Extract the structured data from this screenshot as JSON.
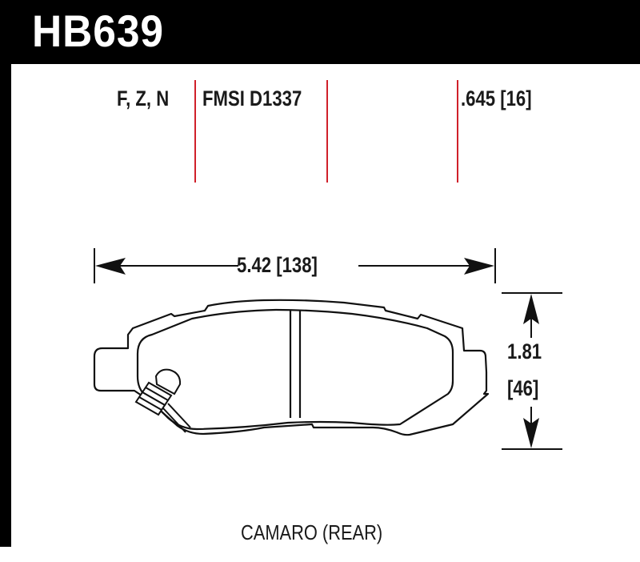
{
  "header": {
    "part_number": "HB639"
  },
  "labels": {
    "compounds": "F, Z, N",
    "fmsi": "FMSI D1337",
    "thickness": ".645 [16]"
  },
  "dimensions": {
    "width": "5.42 [138]",
    "height_in": "1.81",
    "height_mm": "[46]"
  },
  "vehicle": "CAMARO (REAR)",
  "colors": {
    "header_bg": "#000000",
    "header_text": "#ffffff",
    "divider_red": "#d0202a",
    "line": "#111111"
  }
}
